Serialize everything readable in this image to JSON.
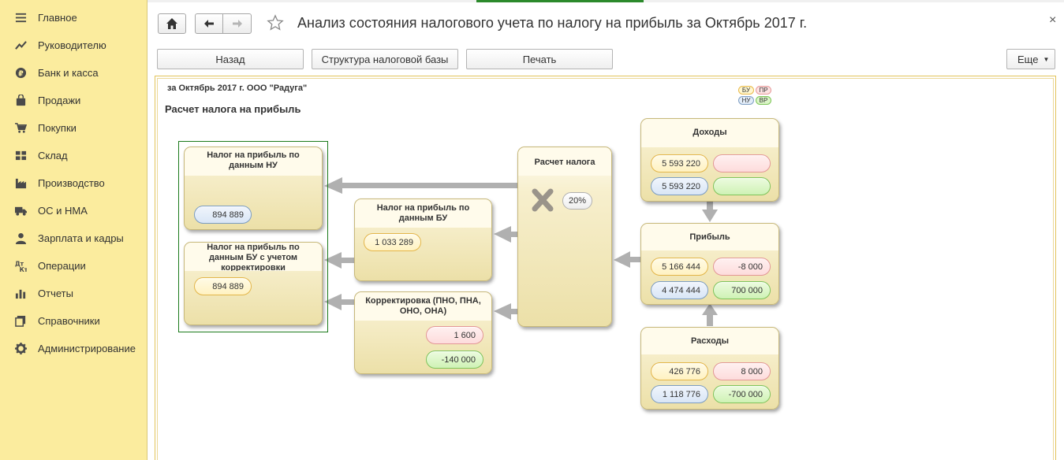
{
  "sidebar": {
    "items": [
      {
        "label": "Главное",
        "icon": "menu-icon"
      },
      {
        "label": "Руководителю",
        "icon": "chart-line-icon"
      },
      {
        "label": "Банк и касса",
        "icon": "coin-icon"
      },
      {
        "label": "Продажи",
        "icon": "bag-icon"
      },
      {
        "label": "Покупки",
        "icon": "cart-icon"
      },
      {
        "label": "Склад",
        "icon": "warehouse-icon"
      },
      {
        "label": "Производство",
        "icon": "factory-icon"
      },
      {
        "label": "ОС и НМА",
        "icon": "truck-icon"
      },
      {
        "label": "Зарплата и кадры",
        "icon": "person-icon"
      },
      {
        "label": "Операции",
        "icon": "debit-credit-icon"
      },
      {
        "label": "Отчеты",
        "icon": "bar-chart-icon"
      },
      {
        "label": "Справочники",
        "icon": "books-icon"
      },
      {
        "label": "Администрирование",
        "icon": "gear-icon"
      }
    ]
  },
  "header": {
    "title": "Анализ состояния налогового учета по налогу на прибыль за Октябрь 2017 г.",
    "close": "×"
  },
  "toolbar": {
    "back": "Назад",
    "structure": "Структура налоговой базы",
    "print": "Печать",
    "more": "Еще"
  },
  "report": {
    "period": "за Октябрь 2017 г. ООО \"Радуга\"",
    "title": "Расчет налога на прибыль",
    "legend": {
      "bu": "БУ",
      "pr": "ПР",
      "nu": "НУ",
      "vr": "ВР"
    },
    "income": {
      "title": "Доходы",
      "bu": "5 593 220",
      "pr": "",
      "nu": "5 593 220",
      "vr": ""
    },
    "profit": {
      "title": "Прибыль",
      "bu": "5 166 444",
      "pr": "-8 000",
      "nu": "4 474 444",
      "vr": "700 000"
    },
    "expenses": {
      "title": "Расходы",
      "bu": "426 776",
      "pr": "8 000",
      "nu": "1 118 776",
      "vr": "-700 000"
    },
    "tax_calc": {
      "title": "Расчет налога",
      "rate": "20%"
    },
    "tax_bu": {
      "title": "Налог на прибыль по данным БУ",
      "bu": "1 033 289"
    },
    "adjustment": {
      "title": "Корректировка (ПНО, ПНА, ОНО, ОНА)",
      "pr": "1 600",
      "vr": "-140 000"
    },
    "tax_nu": {
      "title": "Налог на прибыль по данным НУ",
      "nu": "894 889"
    },
    "tax_bu_adj": {
      "title": "Налог на прибыль по данным БУ с учетом корректировки",
      "bu": "894 889"
    }
  }
}
